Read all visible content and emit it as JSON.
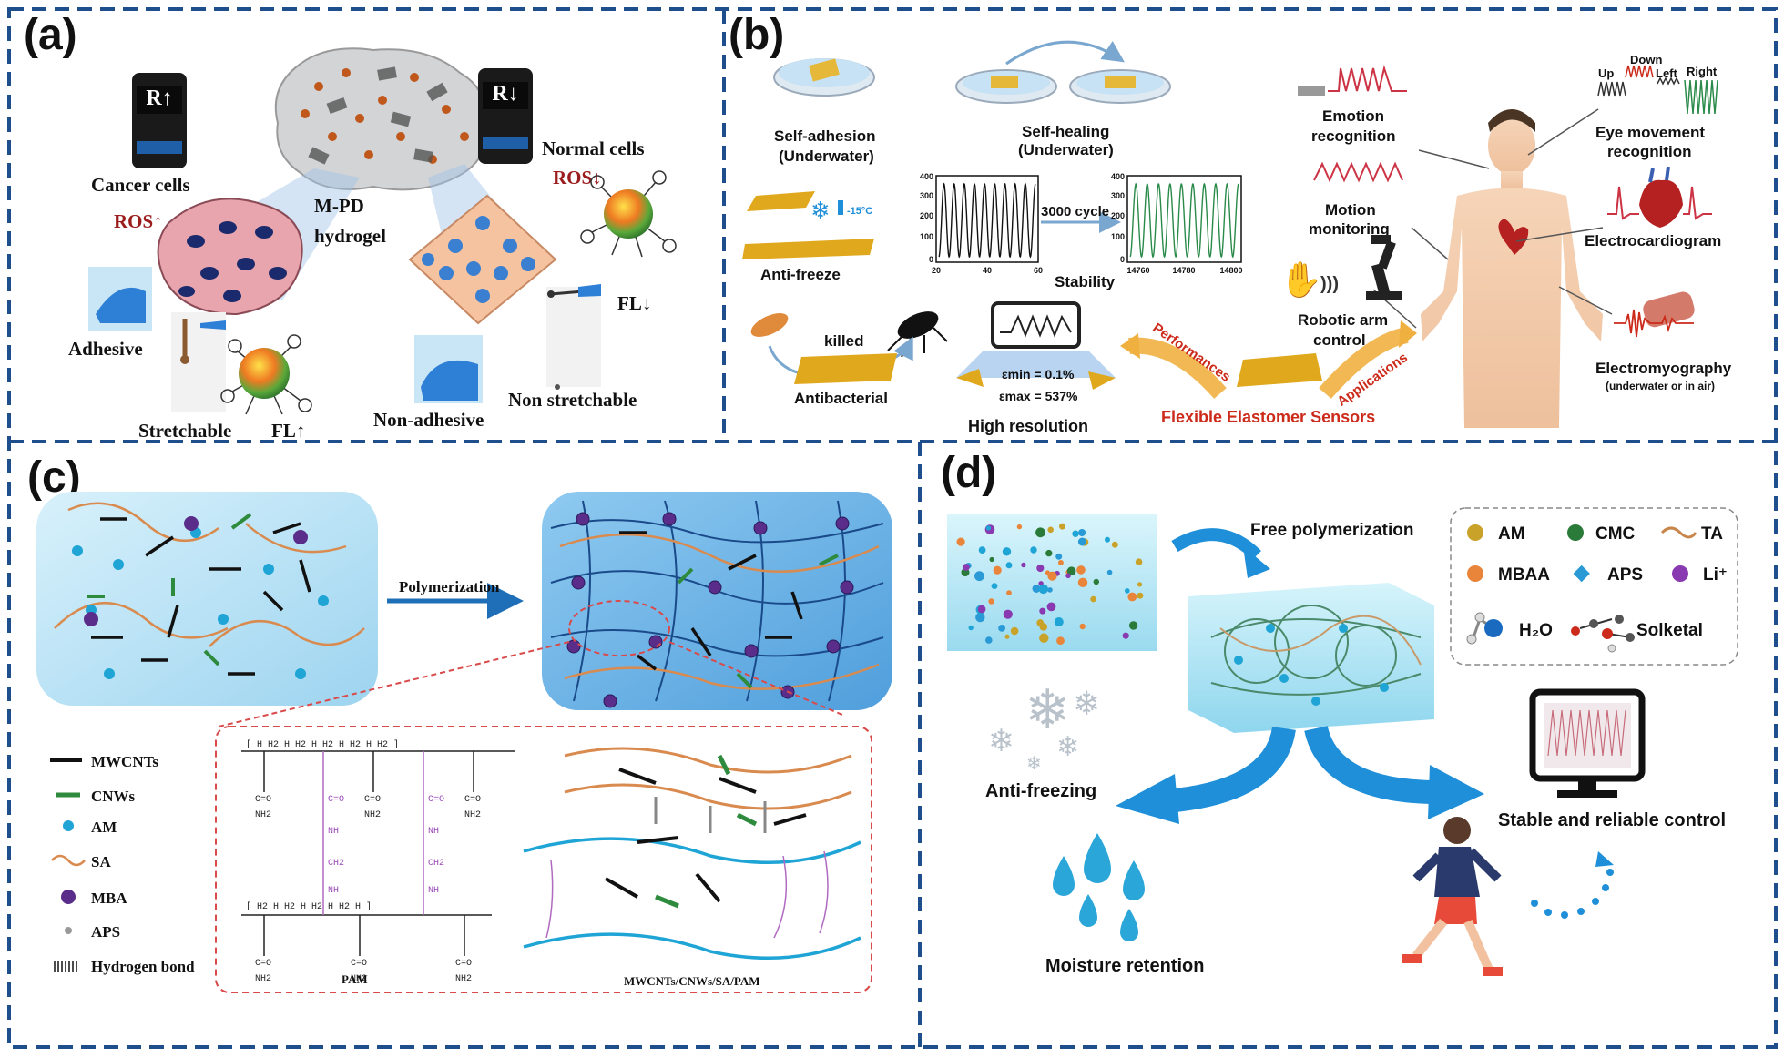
{
  "colors": {
    "border": "#1f4e8c",
    "gel_light": "#bfe6f5",
    "gel_dark": "#6fb6e6",
    "mwcnt": "#111111",
    "cnw": "#2e8b3d",
    "am": "#1fa4d6",
    "sa": "#d98a4e",
    "mba": "#5b2d8a",
    "aps": "#999999",
    "ros_red": "#9b1c1c",
    "sensor_red": "#cc2a1a",
    "perf_orange": "#f0b040",
    "arrow_blue": "#1e8fd8"
  },
  "panel_a": {
    "label": "(a)",
    "hydrogel_name": [
      "M-PD",
      "hydrogel"
    ],
    "cancer_cells": "Cancer cells",
    "normal_cells": "Normal cells",
    "ros_up": "ROS↑",
    "ros_down": "ROS↓",
    "phone_left": "R↑",
    "phone_right": "R↓",
    "adhesive": "Adhesive",
    "stretchable": "Stretchable",
    "fl_up": "FL↑",
    "non_adhesive": "Non-adhesive",
    "non_stretchable": "Non stretchable",
    "fl_down": "FL↓"
  },
  "panel_b": {
    "label": "(b)",
    "self_adhesion": [
      "Self-adhesion",
      "(Underwater)"
    ],
    "self_healing": [
      "Self-healing",
      "(Underwater)"
    ],
    "anti_freeze": "Anti-freeze",
    "temp": "-15°C",
    "cycle": "3000 cycle",
    "stability": "Stability",
    "killed": "killed",
    "antibacterial": "Antibacterial",
    "eps_min": "εmin = 0.1%",
    "eps_max": "εmax = 537%",
    "high_resolution": "High resolution",
    "performances": "Performances",
    "applications": "Applications",
    "flexible": "Flexible Elastomer Sensors",
    "emotion": [
      "Emotion",
      "recognition"
    ],
    "motion": [
      "Motion",
      "monitoring"
    ],
    "robotic": [
      "Robotic arm",
      "control"
    ],
    "eye_up": "Up",
    "eye_down": "Down",
    "eye_left": "Left",
    "eye_right": "Right",
    "eye": [
      "Eye movement",
      "recognition"
    ],
    "ecg": "Electrocardiogram",
    "emg": "Electromyography",
    "emg_sub": "(underwater or in air)",
    "plot1": {
      "yticks": [
        "400",
        "300",
        "200",
        "100",
        "0"
      ],
      "xticks": [
        "20",
        "40",
        "60"
      ]
    },
    "plot2": {
      "yticks": [
        "400",
        "300",
        "200",
        "100",
        "0"
      ],
      "xticks": [
        "14760",
        "14780",
        "14800"
      ]
    }
  },
  "panel_c": {
    "label": "(c)",
    "polymerization": "Polymerization",
    "legend": [
      "MWCNTs",
      "CNWs",
      "AM",
      "SA",
      "MBA",
      "APS",
      "Hydrogen bond"
    ],
    "pam": "PAM",
    "composite": "MWCNTs/CNWs/SA/PAM"
  },
  "panel_d": {
    "label": "(d)",
    "free_polymerization": "Free polymerization",
    "legend": [
      "AM",
      "CMC",
      "TA",
      "MBAA",
      "APS",
      "Li⁺",
      "H₂O",
      "Solketal"
    ],
    "anti_freezing": "Anti-freezing",
    "moisture": "Moisture retention",
    "stable": "Stable and reliable control"
  }
}
